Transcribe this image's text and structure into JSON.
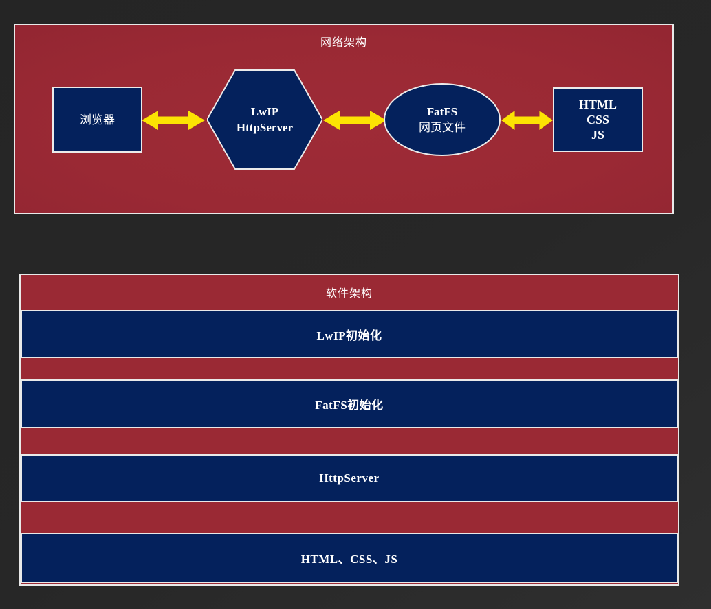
{
  "colors": {
    "background": "#272727",
    "panel_red": "#9a2934",
    "node_navy": "#04215c",
    "border_light": "#e9e9e9",
    "arrow_yellow": "#fce303",
    "text": "#ffffff"
  },
  "network_section": {
    "title": "网络架构",
    "nodes": {
      "browser": {
        "shape": "rectangle",
        "label": "浏览器"
      },
      "lwip": {
        "shape": "hexagon",
        "line1": "LwIP",
        "line2": "HttpServer"
      },
      "fatfs": {
        "shape": "ellipse",
        "line1": "FatFS",
        "line2": "网页文件"
      },
      "webfiles": {
        "shape": "rectangle",
        "line1": "HTML",
        "line2": "CSS",
        "line3": "JS"
      }
    },
    "connections": [
      {
        "from": "browser",
        "to": "lwip",
        "type": "double-arrow"
      },
      {
        "from": "lwip",
        "to": "fatfs",
        "type": "double-arrow"
      },
      {
        "from": "fatfs",
        "to": "webfiles",
        "type": "double-arrow"
      }
    ]
  },
  "software_section": {
    "title": "软件架构",
    "layers": [
      "LwIP初始化",
      "FatFS初始化",
      "HttpServer",
      "HTML、CSS、JS"
    ]
  }
}
